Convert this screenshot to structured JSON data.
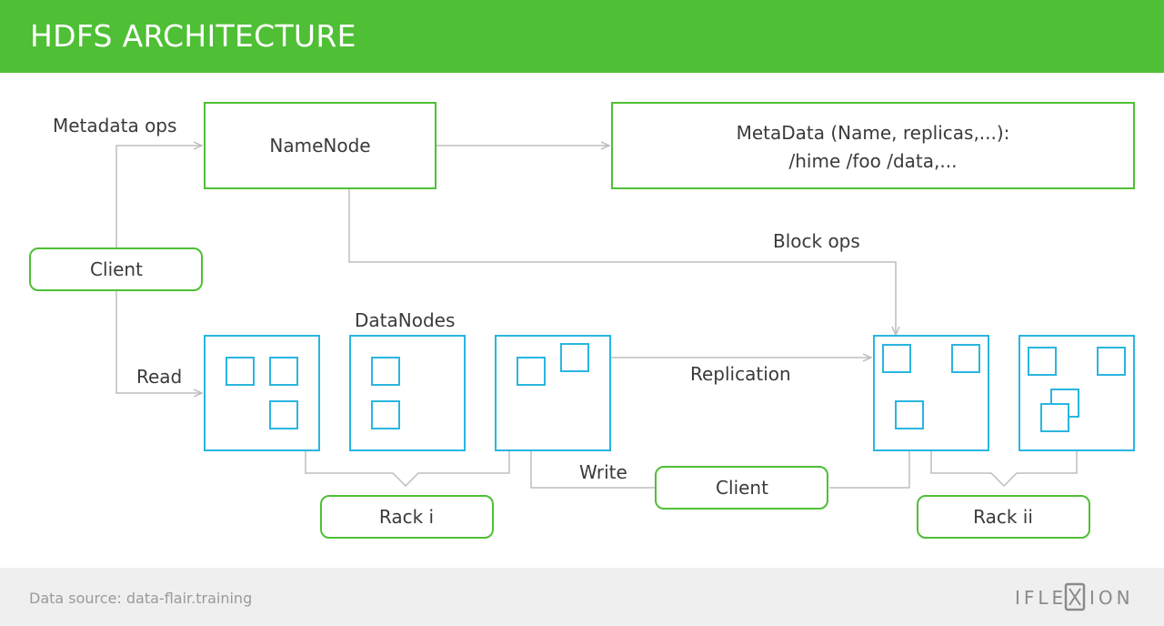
{
  "header": {
    "title": "HDFS ARCHITECTURE"
  },
  "diagram": {
    "namenode": "NameNode",
    "metadata_line1": "MetaData (Name, replicas,...):",
    "metadata_line2": "/hime /foo /data,...",
    "metadata_ops": "Metadata ops",
    "block_ops": "Block ops",
    "client_left": "Client",
    "client_bottom": "Client",
    "read": "Read",
    "write": "Write",
    "replication": "Replication",
    "datanodes": "DataNodes",
    "rack_i": "Rack i",
    "rack_ii": "Rack ii"
  },
  "footer": {
    "source": "Data source: data-flair.training",
    "logo": "IFLEXION"
  },
  "colors": {
    "header_green": "#4fbf35",
    "node_green": "#4fbf35",
    "datanode_blue": "#29b6e0",
    "arrow_gray": "#bdbdbd"
  }
}
